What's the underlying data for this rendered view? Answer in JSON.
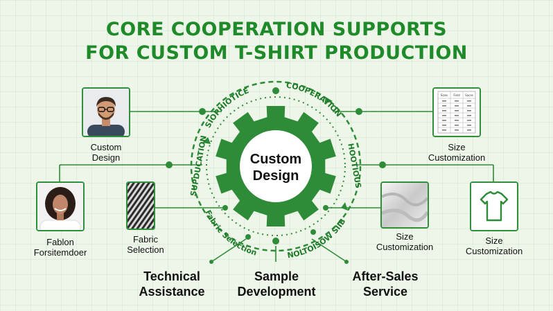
{
  "title": {
    "line1": "CORE COOPERATION SUPPORTS",
    "line2": "FOR CUSTOM T-SHIRT PRODUCTION"
  },
  "center": {
    "line1": "Custom",
    "line2": "Design"
  },
  "ring_labels": {
    "top_left": "SIOPHIOTICE",
    "top_right": "COOPERATION",
    "left": "SUPDUCATION",
    "right": "HOOTIOUS",
    "bottom_left": "Fabric Selection",
    "bottom_right": "NOLTOISOW SIIB"
  },
  "nodes": {
    "custom_design": {
      "line1": "Custom",
      "line2": "Design",
      "icon": "designer-photo"
    },
    "fashion_designer": {
      "line1": "Fablon",
      "line2": "Forsitemdoer",
      "icon": "woman-photo"
    },
    "fabric_selection": {
      "line1": "Fabric",
      "line2": "Selection",
      "icon": "fabric-photo"
    },
    "size_chart": {
      "line1": "Size",
      "line2": "Customization",
      "icon": "size-chart"
    },
    "size_fabric": {
      "line1": "Size",
      "line2": "Customization",
      "icon": "cloth-photo"
    },
    "size_shirt": {
      "line1": "Size",
      "line2": "Customization",
      "icon": "tshirt-icon"
    }
  },
  "size_chart_table": {
    "headers": [
      "Sizes",
      "Field",
      "Saces"
    ]
  },
  "bottom": {
    "technical": {
      "line1": "Technical",
      "line2": "Assistance"
    },
    "sample": {
      "line1": "Sample",
      "line2": "Development"
    },
    "after_sales": {
      "line1": "After-Sales",
      "line2": "Service"
    }
  },
  "colors": {
    "primary": "#2e8b37",
    "title": "#1f8a2a",
    "background": "#eef6ea"
  }
}
